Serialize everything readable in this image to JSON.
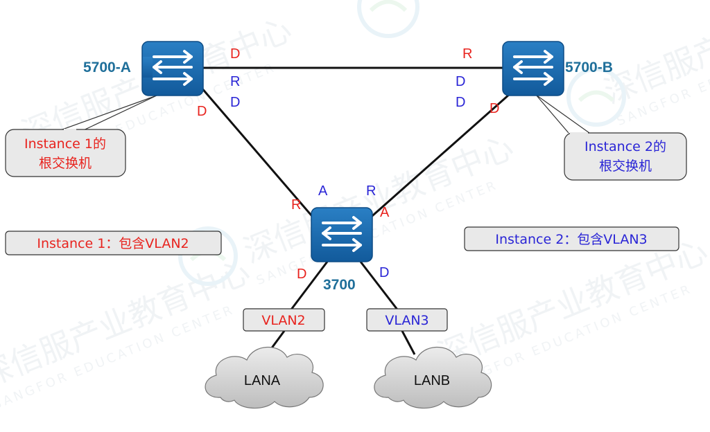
{
  "colors": {
    "red": "#e8231e",
    "blue": "#2a25d6",
    "teal": "#1f6f9a",
    "switch_fill": "#1768b0",
    "box_fill": "#e9e9e9",
    "cloud_fill": "#d4d4d4"
  },
  "watermark": {
    "cn_text": "深信服产业教育中心",
    "en_text": "SANGFOR EDUCATION CENTER",
    "icon": "education-center-logo-icon"
  },
  "devices": {
    "switch_a": {
      "label": "5700-A",
      "icon": "switch-arrows-icon"
    },
    "switch_b": {
      "label": "5700-B",
      "icon": "switch-arrows-icon"
    },
    "switch_c": {
      "label": "3700",
      "icon": "switch-arrows-icon"
    }
  },
  "ports": {
    "a_top": "D",
    "a_right_r": "R",
    "a_right_d": "D",
    "a_bottom": "D",
    "b_top": "R",
    "b_left_d1": "D",
    "b_left_d2": "D",
    "b_bottom": "D",
    "c_left_a": "A",
    "c_left_r": "R",
    "c_right_r": "R",
    "c_right_a": "A",
    "c_down_left": "D",
    "c_down_right": "D"
  },
  "callouts": {
    "root1_line1": "Instance 1的",
    "root1_line2": "根交换机",
    "root2_line1": "Instance 2的",
    "root2_line2": "根交换机"
  },
  "instances": {
    "inst1": "Instance 1：包含VLAN2",
    "inst2": "Instance 2：包含VLAN3"
  },
  "vlans": {
    "vlan2": "VLAN2",
    "vlan3": "VLAN3"
  },
  "clouds": {
    "lana": "LANA",
    "lanb": "LANB"
  }
}
